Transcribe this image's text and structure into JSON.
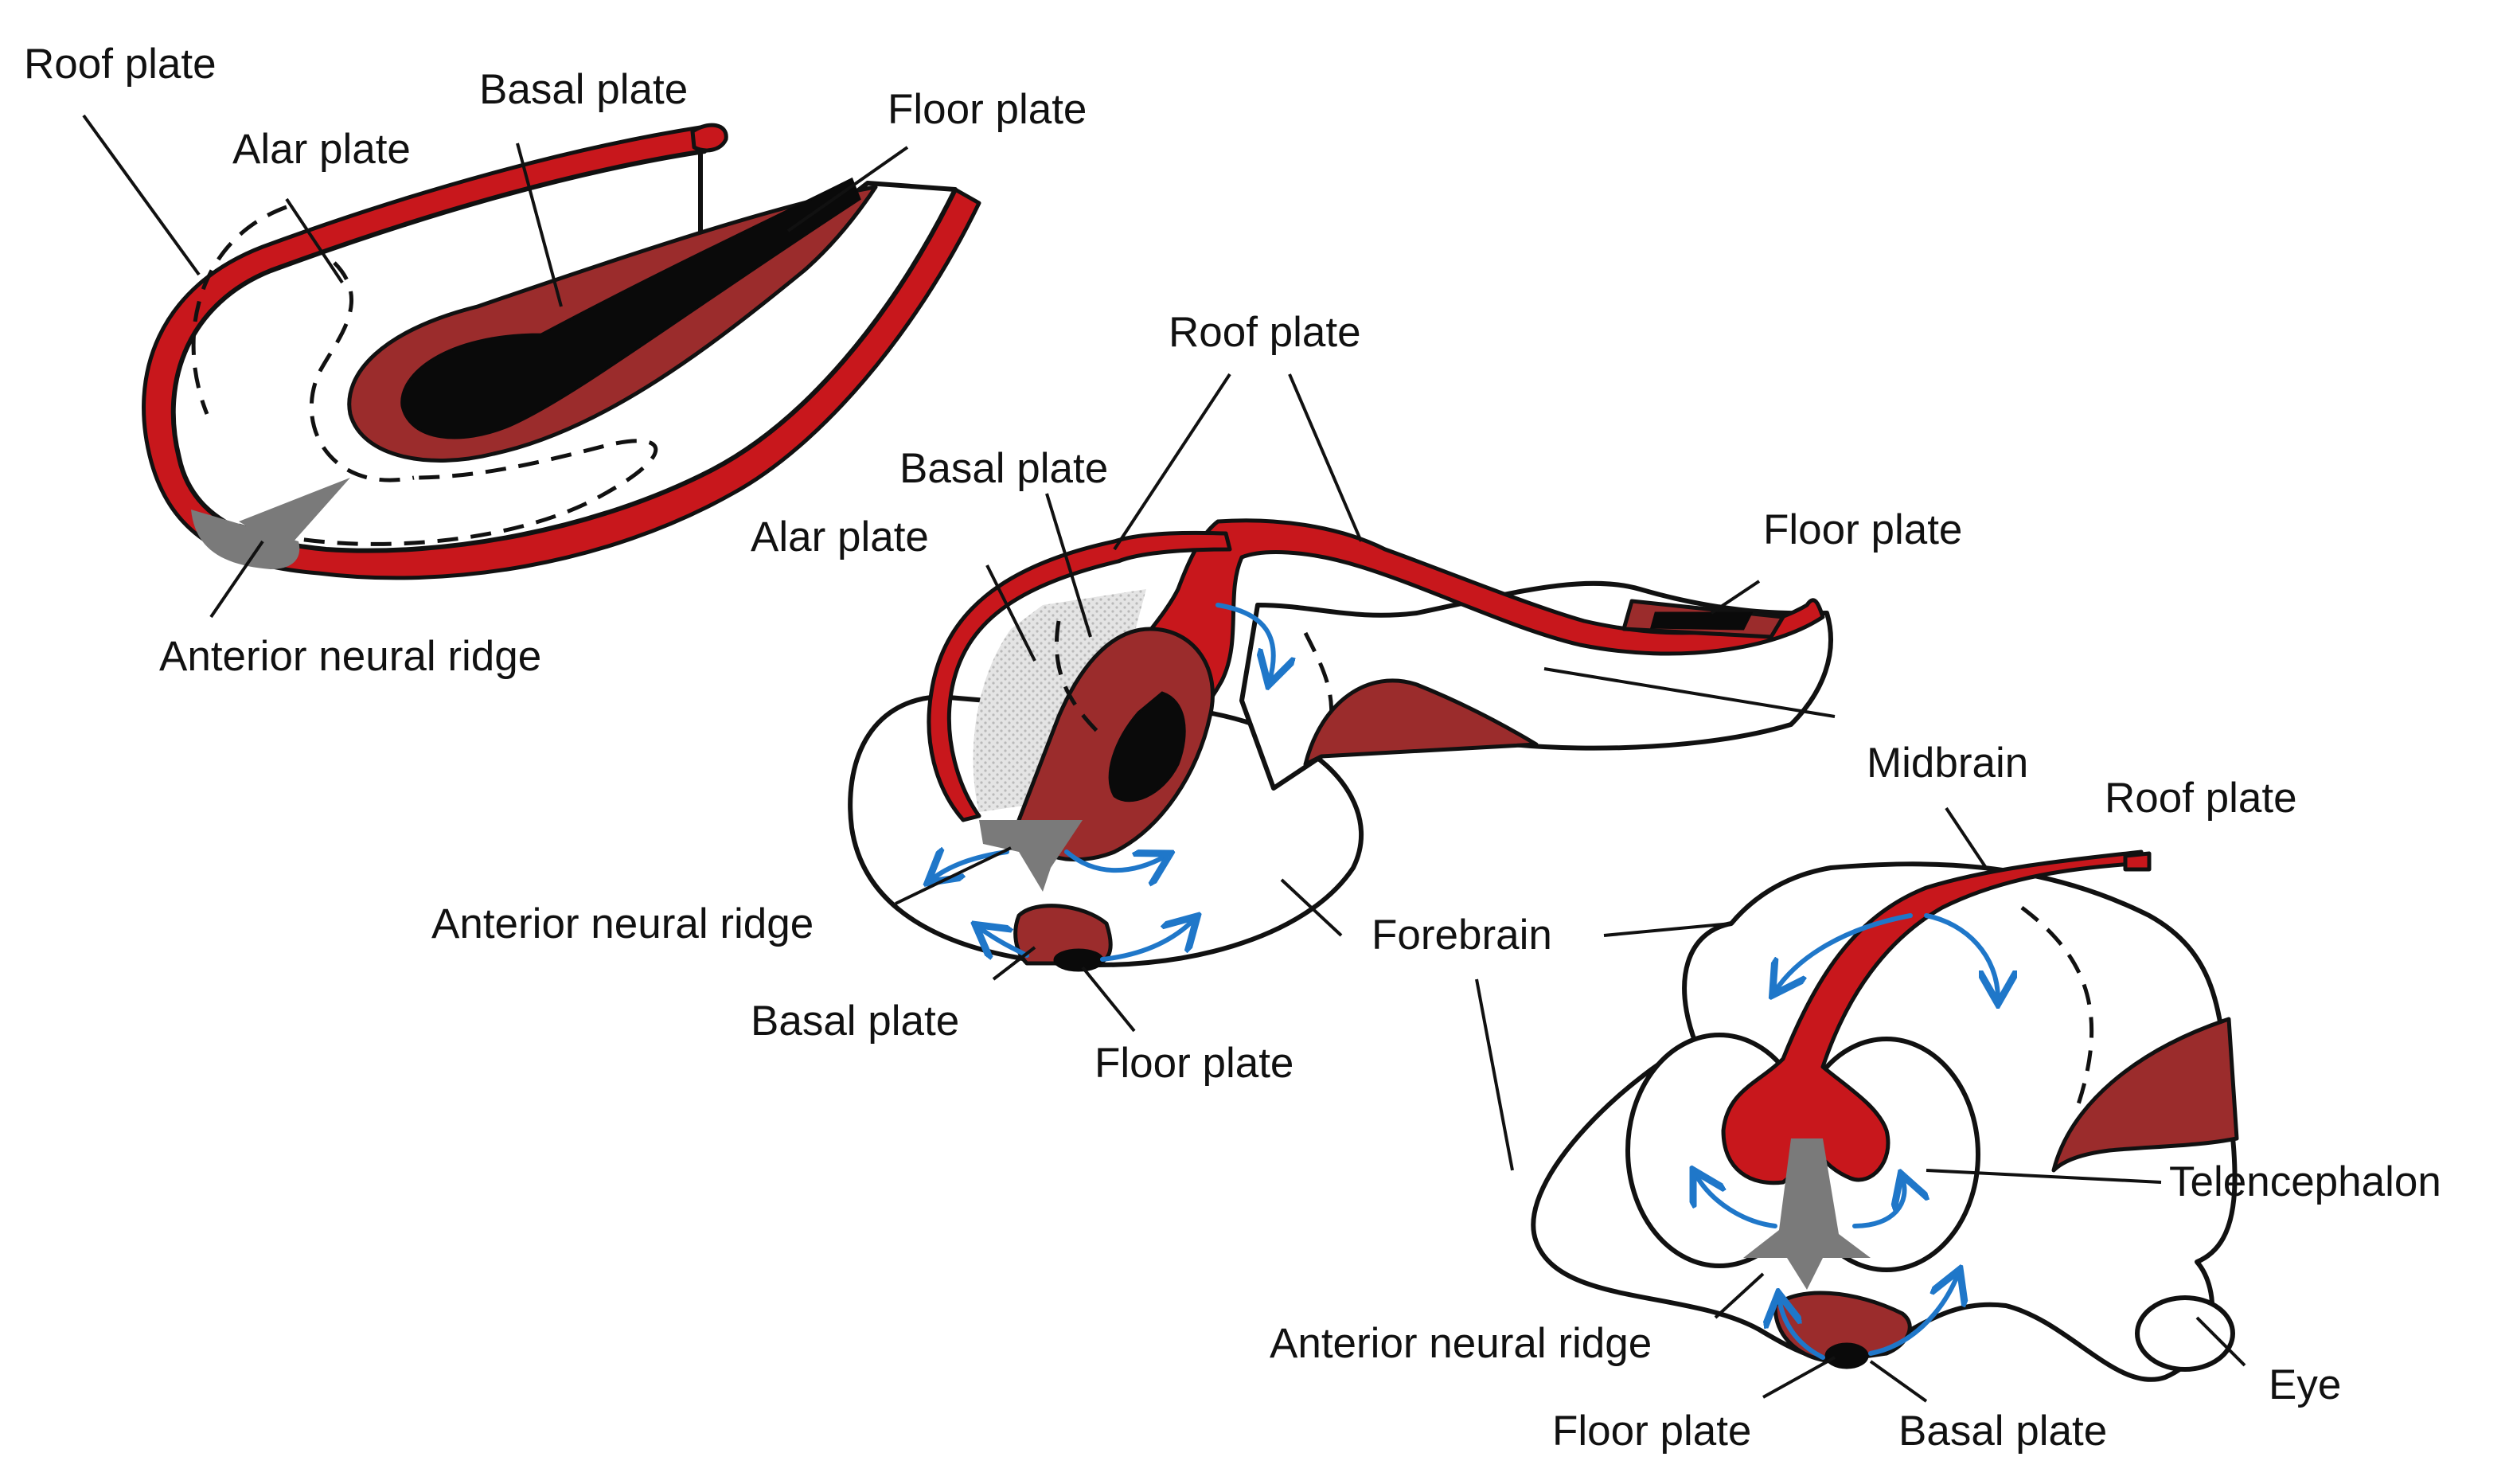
{
  "stage1": {
    "roof_plate": "Roof plate",
    "alar_plate": "Alar plate",
    "basal_plate": "Basal plate",
    "floor_plate": "Floor plate",
    "anterior_neural_ridge": "Anterior neural ridge"
  },
  "stage2": {
    "roof_plate": "Roof plate",
    "basal_plate_top": "Basal plate",
    "alar_plate": "Alar plate",
    "floor_plate_top": "Floor plate",
    "midbrain": "Midbrain",
    "anterior_neural_ridge": "Anterior neural ridge",
    "forebrain": "Forebrain",
    "basal_plate_bottom": "Basal plate",
    "floor_plate_bottom": "Floor plate"
  },
  "stage3": {
    "roof_plate": "Roof plate",
    "telencephalon": "Telencephalon",
    "anterior_neural_ridge": "Anterior neural ridge",
    "eye": "Eye",
    "floor_plate": "Floor plate",
    "basal_plate": "Basal plate"
  },
  "colors": {
    "roof_red": "#c8171c",
    "basal_maroon": "#9b2c2c",
    "floor_black": "#0a0a0a",
    "ridge_gray": "#7a7a7a",
    "arrow_blue": "#1f77c9"
  }
}
